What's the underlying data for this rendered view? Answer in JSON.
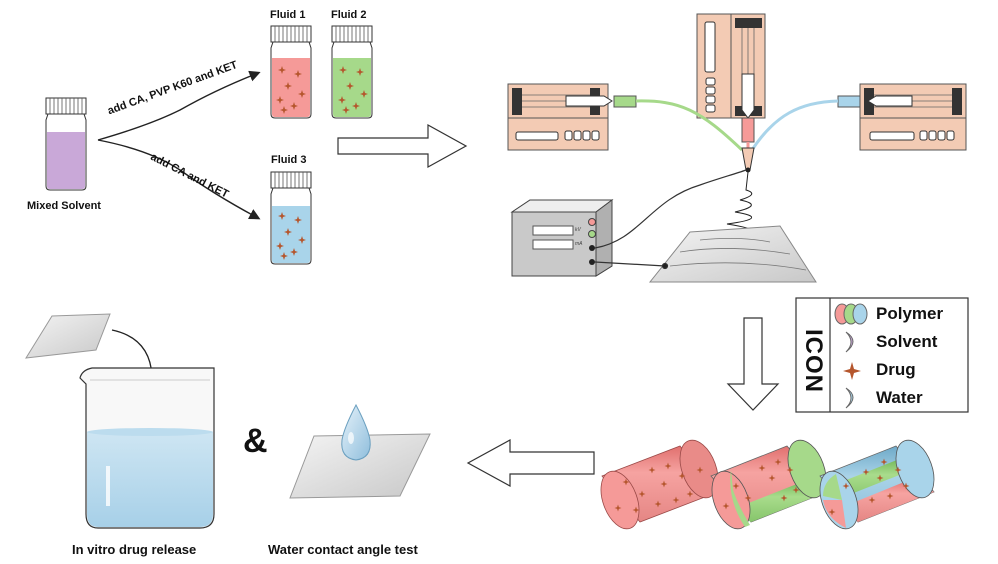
{
  "fluids": {
    "fluid1": "Fluid 1",
    "fluid2": "Fluid 2",
    "fluid3": "Fluid 3"
  },
  "mixed_solvent_label": "Mixed Solvent",
  "arrow_labels": {
    "upper": "add CA, PVP K60 and KET",
    "lower": "add CA and KET"
  },
  "power_supply": {
    "unit_top": "kV",
    "unit_bottom": "mA"
  },
  "legend": {
    "title": "ICON",
    "items": [
      "Polymer",
      "Solvent",
      "Drug",
      "Water"
    ]
  },
  "ampersand": "&",
  "captions": {
    "release": "In vitro drug release",
    "contact": "Water contact angle test"
  },
  "colors": {
    "red_fluid": "#f59a98",
    "green_fluid": "#a6d98a",
    "blue_fluid": "#a9d4ea",
    "solvent": "#c9a8d8",
    "drug": "#b5562d",
    "pump_body": "#f3cbb4"
  }
}
